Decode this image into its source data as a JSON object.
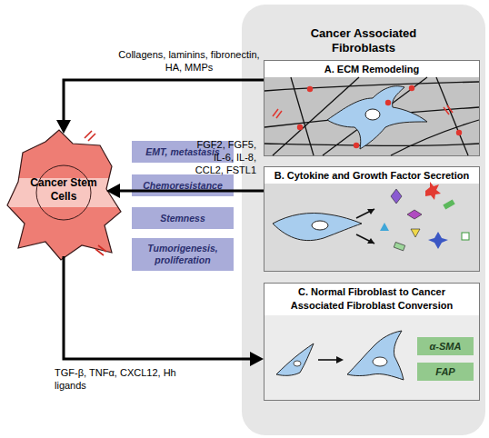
{
  "diagram": {
    "nodes": [
      {
        "text": [
          "Cancer Associated Fibroblasts"
        ]
      },
      {
        "text": [
          "A. ECM Remodeling"
        ],
        "in": 0
      },
      {
        "text": [
          "B. Cytokine and Growth Factor Secretion"
        ],
        "in": 0
      },
      {
        "text": [
          "C. Normal Fibroblast to Cancer Associated Fibroblast Conversion"
        ],
        "in": 0
      },
      {
        "text": [
          "α-SMA"
        ],
        "in": 3
      },
      {
        "text": [
          "FAP"
        ],
        "in": 3
      },
      {
        "text": [
          "Cancer Stem Cells"
        ]
      },
      {
        "text": [
          "EMT, metastasis"
        ]
      },
      {
        "text": [
          "Chemoresistance"
        ]
      },
      {
        "text": [
          "Stemness"
        ]
      },
      {
        "text": [
          "Tumorigenesis, proliferation"
        ]
      }
    ],
    "edges": [
      {
        "from": 1,
        "to": 6,
        "arrow": "to",
        "label": "Collagens, laminins, fibronectin, HA, MMPs"
      },
      {
        "from": 2,
        "to": 6,
        "arrow": "to",
        "label": "FGF2, FGF5, IL-6, IL-8, CCL2, FSTL1"
      },
      {
        "from": 6,
        "to": 3,
        "arrow": "to",
        "label": "TGF-β, TNFα, CXCL12, Hh ligands"
      }
    ]
  }
}
